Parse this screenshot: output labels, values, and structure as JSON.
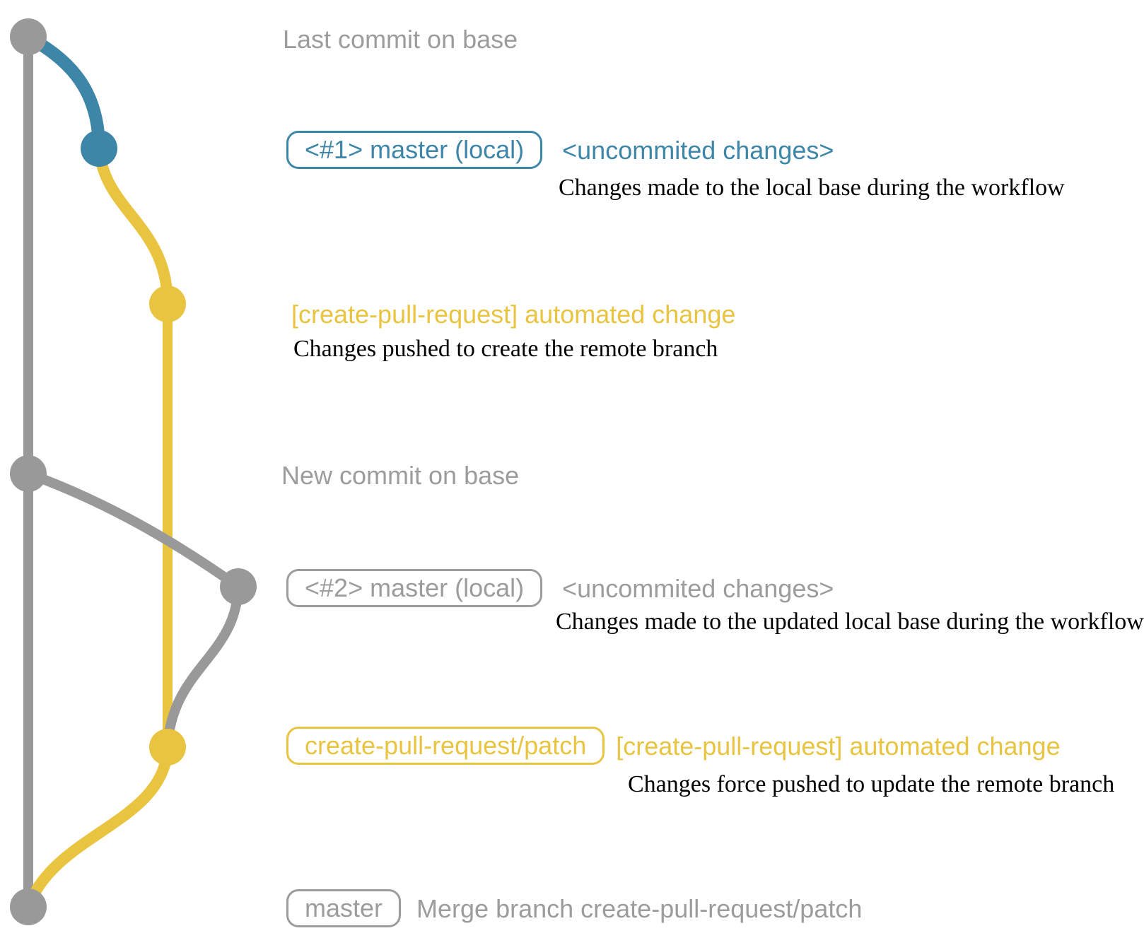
{
  "colors": {
    "base_gray": "#999999",
    "branch_blue": "#3e86a8",
    "branch_yellow": "#e9c440",
    "label_gray": "#9c9c9c",
    "description_black": "#000000"
  },
  "annotations": {
    "last_commit": "Last commit on base",
    "new_commit": "New commit on base"
  },
  "rows": {
    "local1": {
      "badge": "<#1> master (local)",
      "title": "<uncommited changes>",
      "desc": "Changes made to the local base during the workflow"
    },
    "automated1": {
      "title": "[create-pull-request] automated change",
      "desc": "Changes pushed to create the remote branch"
    },
    "local2": {
      "badge": "<#2> master (local)",
      "title": "<uncommited changes>",
      "desc": "Changes made to the updated local base during the workflow"
    },
    "automated2": {
      "badge": "create-pull-request/patch",
      "title": "[create-pull-request] automated change",
      "desc": "Changes force pushed to update the remote branch"
    },
    "merge": {
      "badge": "master",
      "title": "Merge branch create-pull-request/patch"
    }
  },
  "graph": {
    "branches": [
      {
        "name": "base",
        "color": "#999999"
      },
      {
        "name": "master-local",
        "color": "#3e86a8"
      },
      {
        "name": "create-pull-request/patch",
        "color": "#e9c440"
      }
    ],
    "nodes": [
      {
        "name": "last-commit-on-base",
        "color": "#999999"
      },
      {
        "name": "local-uncommitted-1",
        "color": "#3e86a8"
      },
      {
        "name": "automated-change-1",
        "color": "#e9c440"
      },
      {
        "name": "new-commit-on-base",
        "color": "#999999"
      },
      {
        "name": "local-uncommitted-2",
        "color": "#999999"
      },
      {
        "name": "automated-change-2",
        "color": "#e9c440"
      },
      {
        "name": "merge-commit",
        "color": "#999999"
      }
    ]
  }
}
